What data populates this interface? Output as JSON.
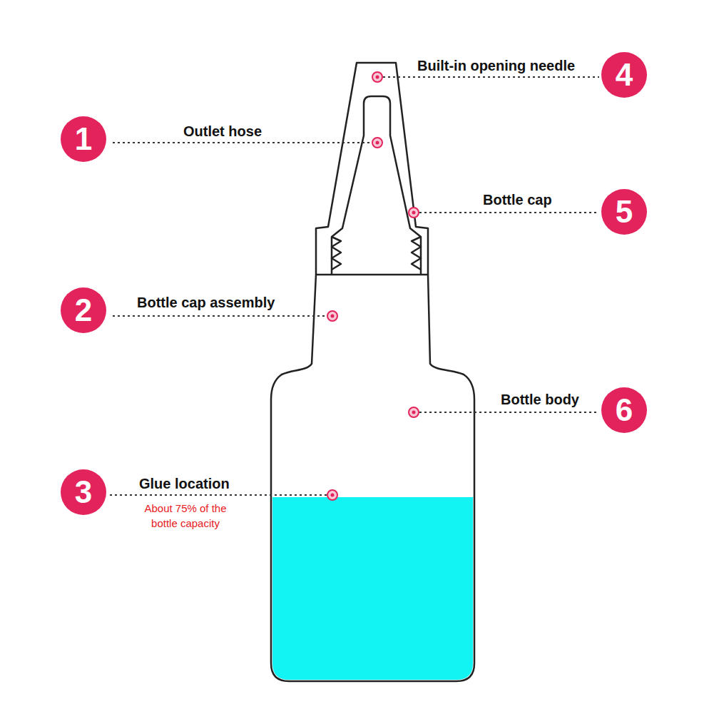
{
  "diagram": {
    "nodes": [
      {
        "text": [
          "4"
        ]
      },
      {
        "text": [
          "1"
        ]
      },
      {
        "text": [
          "5"
        ]
      },
      {
        "text": [
          "2"
        ]
      },
      {
        "text": [
          "6"
        ]
      },
      {
        "text": [
          "3"
        ]
      }
    ],
    "labels": [
      "Built-in opening needle",
      "Outlet hose",
      "Bottle cap",
      "Bottle cap assembly",
      "Bottle body",
      "Glue location",
      "About 75% of the bottle capacity"
    ]
  }
}
